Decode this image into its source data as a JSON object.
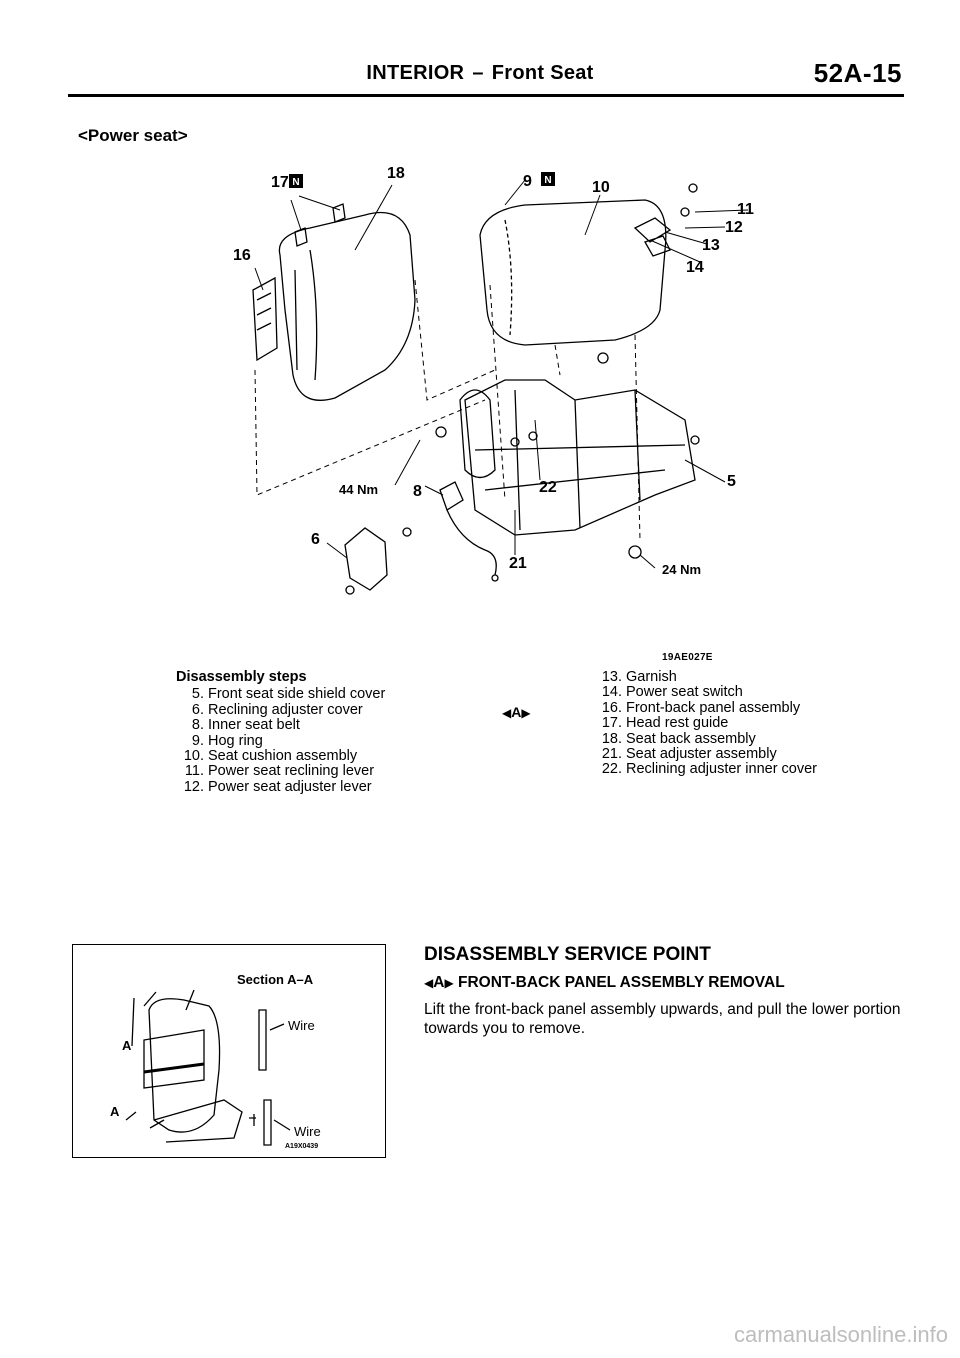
{
  "header": {
    "section": "INTERIOR",
    "separator": "–",
    "topic": "Front Seat",
    "page_number": "52A-15"
  },
  "subtitle": "<Power seat>",
  "diagram": {
    "callouts": {
      "c5": "5",
      "c6": "6",
      "c8": "8",
      "c9": "9",
      "c10": "10",
      "c11": "11",
      "c12": "12",
      "c13": "13",
      "c14": "14",
      "c16": "16",
      "c17": "17",
      "c18": "18",
      "c21": "21",
      "c22": "22",
      "torque_44": "44 Nm",
      "torque_24": "24 Nm",
      "n_badge": "N"
    },
    "figure_code": "19AE027E"
  },
  "disassembly": {
    "heading": "Disassembly steps",
    "left_steps": [
      {
        "num": "5.",
        "text": "Front seat side shield cover"
      },
      {
        "num": "6.",
        "text": "Reclining adjuster cover"
      },
      {
        "num": "8.",
        "text": "Inner seat belt"
      },
      {
        "num": "9.",
        "text": "Hog ring"
      },
      {
        "num": "10.",
        "text": "Seat cushion assembly"
      },
      {
        "num": "11.",
        "text": "Power seat reclining lever"
      },
      {
        "num": "12.",
        "text": "Power seat adjuster lever"
      }
    ],
    "right_steps": [
      {
        "num": "13.",
        "text": "Garnish"
      },
      {
        "num": "14.",
        "text": "Power seat switch"
      },
      {
        "num": "16.",
        "text": "Front-back panel  assembly"
      },
      {
        "num": "17.",
        "text": "Head rest guide"
      },
      {
        "num": "18.",
        "text": "Seat back assembly"
      },
      {
        "num": "21.",
        "text": "Seat adjuster assembly"
      },
      {
        "num": "22.",
        "text": "Reclining adjuster inner cover"
      }
    ],
    "marker": "A"
  },
  "section_view": {
    "title": "Section A–A",
    "label_a": "A",
    "wire_label_top": "Wire",
    "wire_label_bottom": "Wire",
    "figure_code": "A19X0439"
  },
  "service": {
    "heading": "DISASSEMBLY SERVICE POINT",
    "marker": "A",
    "subheading": "FRONT-BACK PANEL ASSEMBLY REMOVAL",
    "body": "Lift the front-back panel assembly upwards, and pull the lower portion towards you to remove."
  },
  "footer": {
    "watermark": "carmanualsonline.info"
  }
}
